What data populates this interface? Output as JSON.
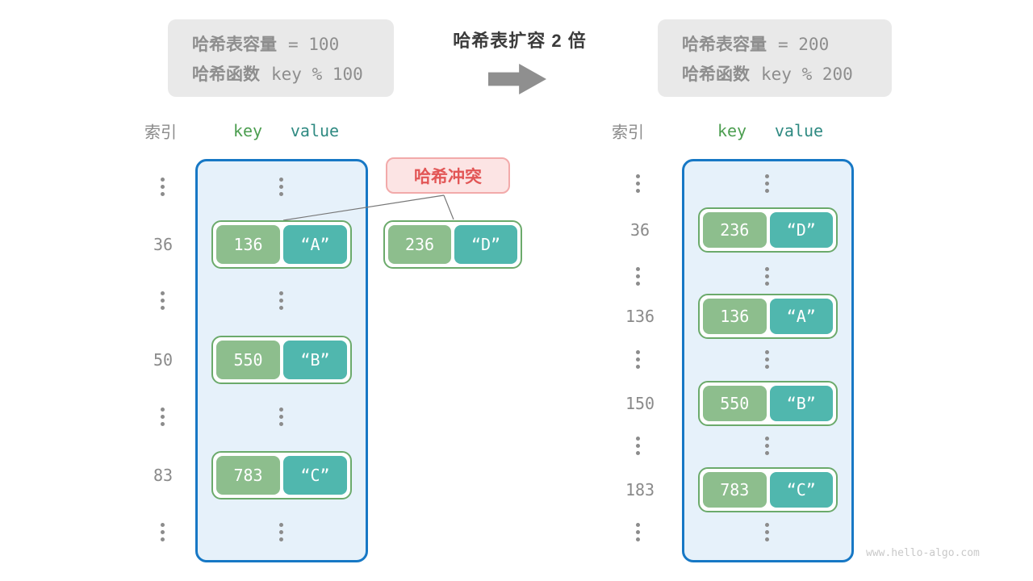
{
  "info_left": {
    "row1_label": "哈希表容量",
    "row1_value": "=  100",
    "row2_label": "哈希函数",
    "row2_value": "key % 100"
  },
  "info_right": {
    "row1_label": "哈希表容量",
    "row1_value": "=  200",
    "row2_label": "哈希函数",
    "row2_value": "key % 200"
  },
  "title": "哈希表扩容 2 倍",
  "collision_label": "哈希冲突",
  "table_headers": {
    "index": "索引",
    "key": "key",
    "value": "value"
  },
  "left_table": {
    "rows": [
      {
        "type": "dots"
      },
      {
        "type": "pair",
        "index": "36",
        "key": "136",
        "value": "“A”"
      },
      {
        "type": "dots"
      },
      {
        "type": "pair",
        "index": "50",
        "key": "550",
        "value": "“B”"
      },
      {
        "type": "dots"
      },
      {
        "type": "pair",
        "index": "83",
        "key": "783",
        "value": "“C”"
      },
      {
        "type": "dots"
      }
    ]
  },
  "floating_pair": {
    "key": "236",
    "value": "“D”"
  },
  "right_table": {
    "rows": [
      {
        "type": "dots"
      },
      {
        "type": "pair",
        "index": "36",
        "key": "236",
        "value": "“D”"
      },
      {
        "type": "dots"
      },
      {
        "type": "pair",
        "index": "136",
        "key": "136",
        "value": "“A”"
      },
      {
        "type": "dots"
      },
      {
        "type": "pair",
        "index": "150",
        "key": "550",
        "value": "“B”"
      },
      {
        "type": "dots"
      },
      {
        "type": "pair",
        "index": "183",
        "key": "783",
        "value": "“C”"
      },
      {
        "type": "dots"
      }
    ]
  },
  "watermark": "www.hello-algo.com",
  "colors": {
    "container_border": "#1778c5",
    "container_fill": "#e6f1fa",
    "pair_border": "#6baa6b",
    "key_fill": "#8dbe8d",
    "value_fill": "#50b7ae",
    "header_key": "#4c9e50",
    "header_value": "#2f8a82",
    "collision_text": "#e25656",
    "collision_fill": "#fce4e4",
    "collision_border": "#f2aaaa",
    "info_fill": "#e9e9e9",
    "info_text": "#8e8e8e",
    "title_text": "#3b3b3b",
    "arrow": "#8f8f8f",
    "index_text": "#8a8a8a",
    "watermark": "#c9c9c9",
    "line": "#777777"
  }
}
